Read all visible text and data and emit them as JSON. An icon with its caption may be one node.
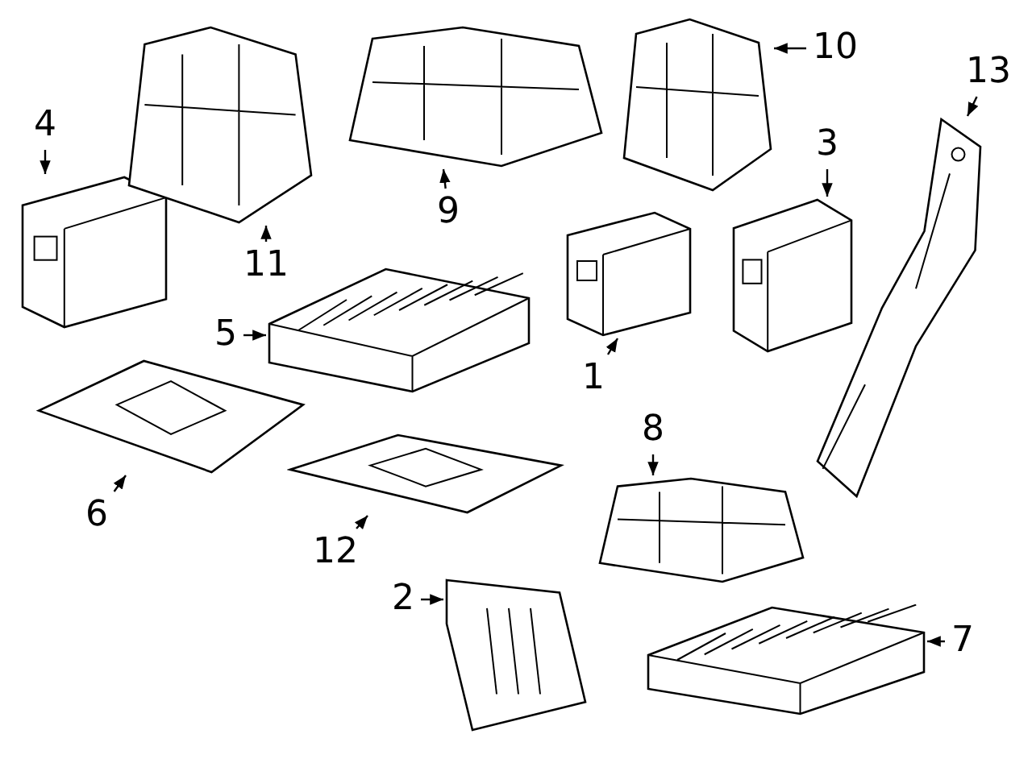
{
  "diagram": {
    "nodes": [
      {
        "text": [
          "10"
        ]
      },
      {
        "text": [
          "13"
        ]
      },
      {
        "text": [
          "4"
        ]
      },
      {
        "text": [
          "3"
        ]
      },
      {
        "text": [
          "9"
        ]
      },
      {
        "text": [
          "11"
        ]
      },
      {
        "text": [
          "5"
        ]
      },
      {
        "text": [
          "1"
        ]
      },
      {
        "text": [
          "6"
        ]
      },
      {
        "text": [
          "8"
        ]
      },
      {
        "text": [
          "12"
        ]
      },
      {
        "text": [
          "2"
        ]
      },
      {
        "text": [
          "7"
        ]
      },
      {
        "text": [],
        "shape": "picture"
      },
      {
        "text": [],
        "shape": "picture"
      },
      {
        "text": [],
        "shape": "picture"
      },
      {
        "text": [],
        "shape": "picture"
      },
      {
        "text": [],
        "shape": "picture"
      },
      {
        "text": [],
        "shape": "picture"
      },
      {
        "text": [],
        "shape": "picture"
      },
      {
        "text": [],
        "shape": "picture"
      },
      {
        "text": [],
        "shape": "picture"
      },
      {
        "text": [],
        "shape": "picture"
      },
      {
        "text": [],
        "shape": "picture"
      },
      {
        "text": [],
        "shape": "picture"
      },
      {
        "text": [],
        "shape": "picture"
      }
    ],
    "edges": [
      {
        "from": 0,
        "to": 13,
        "arrow": "to"
      },
      {
        "from": 1,
        "to": 14,
        "arrow": "to"
      },
      {
        "from": 2,
        "to": 15,
        "arrow": "to"
      },
      {
        "from": 3,
        "to": 16,
        "arrow": "to"
      },
      {
        "from": 4,
        "to": 17,
        "arrow": "to"
      },
      {
        "from": 5,
        "to": 18,
        "arrow": "to"
      },
      {
        "from": 6,
        "to": 19,
        "arrow": "to"
      },
      {
        "from": 7,
        "to": 20,
        "arrow": "to"
      },
      {
        "from": 8,
        "to": 21,
        "arrow": "to"
      },
      {
        "from": 9,
        "to": 22,
        "arrow": "to"
      },
      {
        "from": 10,
        "to": 23,
        "arrow": "to"
      },
      {
        "from": 11,
        "to": 24,
        "arrow": "to"
      },
      {
        "from": 12,
        "to": 25,
        "arrow": "to"
      }
    ]
  }
}
